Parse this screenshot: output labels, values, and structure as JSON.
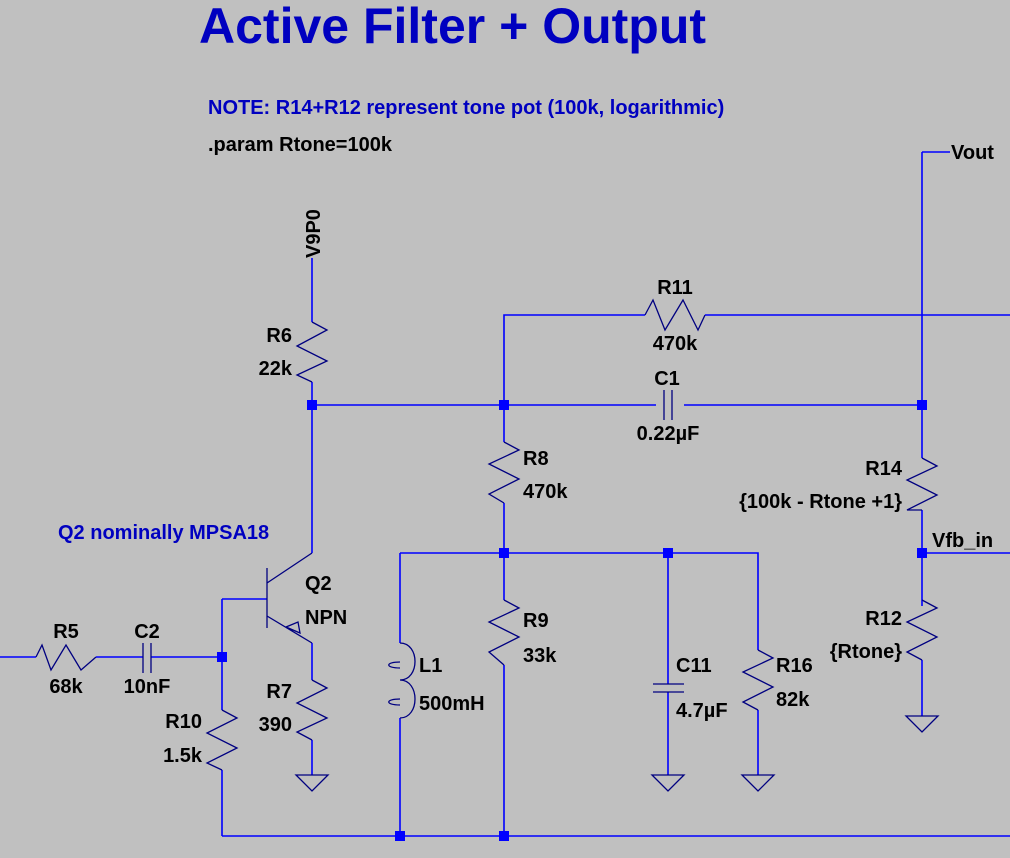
{
  "title": "Active Filter + Output",
  "note": "NOTE: R14+R12 represent tone pot (100k, logarithmic)",
  "param_directive": ".param Rtone=100k",
  "transistor_comment": "Q2 nominally MPSA18",
  "colors": {
    "wire": "#0000ff",
    "background": "#c0c0c0",
    "comment": "#0000c0",
    "label": "#000000"
  },
  "net_labels": {
    "supply": "V9P0",
    "output": "Vout",
    "feedback": "Vfb_in"
  },
  "components": {
    "R5": {
      "name": "R5",
      "value": "68k"
    },
    "C2": {
      "name": "C2",
      "value": "10nF"
    },
    "R10": {
      "name": "R10",
      "value": "1.5k"
    },
    "Q2": {
      "name": "Q2",
      "value": "NPN"
    },
    "R7": {
      "name": "R7",
      "value": "390"
    },
    "R6": {
      "name": "R6",
      "value": "22k"
    },
    "R11": {
      "name": "R11",
      "value": "470k"
    },
    "C1": {
      "name": "C1",
      "value": "0.22µF"
    },
    "R8": {
      "name": "R8",
      "value": "470k"
    },
    "L1": {
      "name": "L1",
      "value": "500mH"
    },
    "R9": {
      "name": "R9",
      "value": "33k"
    },
    "C11": {
      "name": "C11",
      "value": "4.7µF"
    },
    "R16": {
      "name": "R16",
      "value": "82k"
    },
    "R14": {
      "name": "R14",
      "value": "{100k - Rtone +1}"
    },
    "R12": {
      "name": "R12",
      "value": "{Rtone}"
    }
  }
}
